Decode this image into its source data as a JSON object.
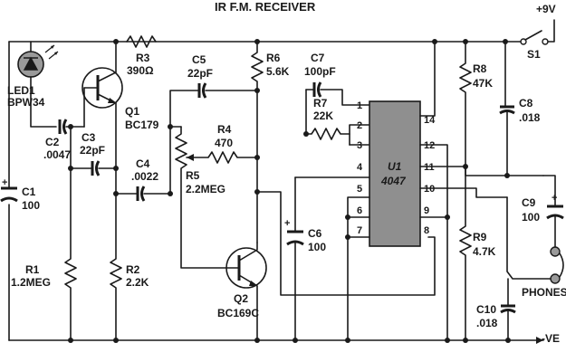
{
  "title": "IR F.M. RECEIVER",
  "supply": {
    "positive": "+9V",
    "negative": "-VE"
  },
  "switch": {
    "ref": "S1"
  },
  "components": {
    "led1": {
      "ref": "LED1",
      "value": "BPW34"
    },
    "q1": {
      "ref": "Q1",
      "value": "BC179"
    },
    "q2": {
      "ref": "Q2",
      "value": "BC169C"
    },
    "u1": {
      "ref": "U1",
      "value": "4047"
    },
    "r1": {
      "ref": "R1",
      "value": "1.2MEG"
    },
    "r2": {
      "ref": "R2",
      "value": "2.2K"
    },
    "r3": {
      "ref": "R3",
      "value": "390Ω"
    },
    "r4": {
      "ref": "R4",
      "value": "470"
    },
    "r5": {
      "ref": "R5",
      "value": "2.2MEG"
    },
    "r6": {
      "ref": "R6",
      "value": "5.6K"
    },
    "r7": {
      "ref": "R7",
      "value": "22K"
    },
    "r8": {
      "ref": "R8",
      "value": "47K"
    },
    "r9": {
      "ref": "R9",
      "value": "4.7K"
    },
    "c1": {
      "ref": "C1",
      "value": "100"
    },
    "c2": {
      "ref": "C2",
      "value": ".0047"
    },
    "c3": {
      "ref": "C3",
      "value": "22pF"
    },
    "c4": {
      "ref": "C4",
      "value": ".0022"
    },
    "c5": {
      "ref": "C5",
      "value": "22pF"
    },
    "c6": {
      "ref": "C6",
      "value": "100"
    },
    "c7": {
      "ref": "C7",
      "value": "100pF"
    },
    "c8": {
      "ref": "C8",
      "value": ".018"
    },
    "c9": {
      "ref": "C9",
      "value": "100"
    },
    "c10": {
      "ref": "C10",
      "value": ".018"
    }
  },
  "ic_pins": {
    "left": [
      "1",
      "2",
      "3",
      "4",
      "5",
      "6",
      "7"
    ],
    "right": [
      "14",
      "12",
      "11",
      "10",
      "9",
      "8"
    ]
  },
  "phones": "PHONES",
  "polarity": "+"
}
